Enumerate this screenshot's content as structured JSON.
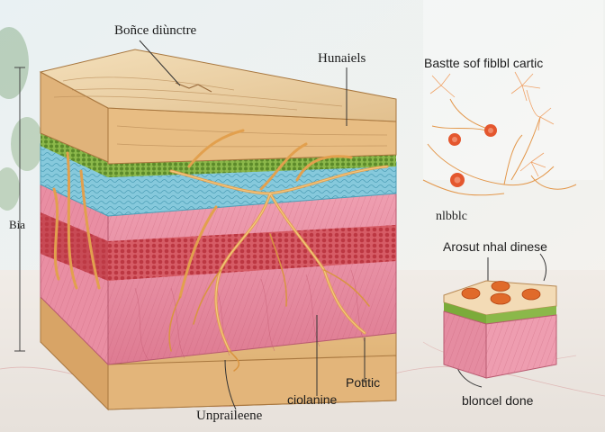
{
  "labels": {
    "top_left": "Boñce diùnctre",
    "top_mid": "Hunaiels",
    "right_title": "Bastte sof fiblbl cartic",
    "right_sub": "nlbblc",
    "right_small_title": "Arosut nhal dinese",
    "left_vertical": "Bia",
    "bottom_left": "Unpraileene",
    "bottom_mid": "ciolanine",
    "bottom_mid2": "Potitic",
    "bottom_right": "bloncel done"
  },
  "colors": {
    "cortex": "#e9c89a",
    "green_layer": "#7aa13e",
    "blue_layer": "#78c2d6",
    "pink_layer": "#e4839a",
    "red_band": "#c9454f",
    "nerve": "#e0a050",
    "flower": "#e4572e"
  }
}
